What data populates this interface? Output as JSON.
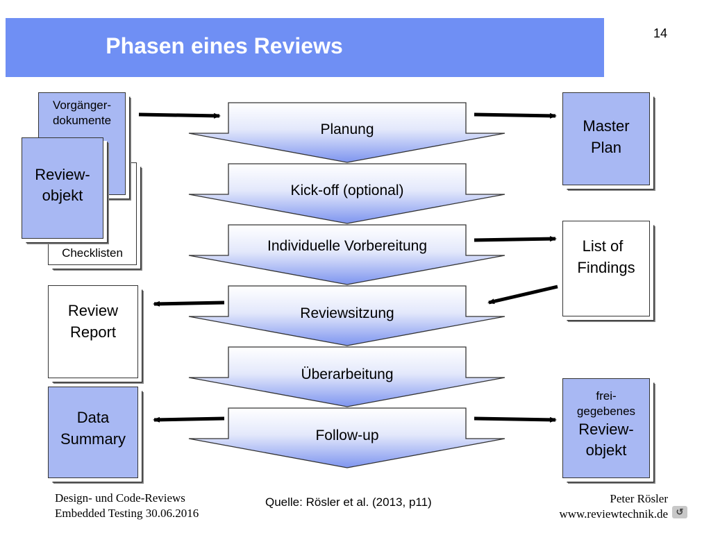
{
  "slide": {
    "title": "Phasen eines Reviews",
    "number": "14"
  },
  "phases": [
    {
      "label": "Planung"
    },
    {
      "label": "Kick-off (optional)"
    },
    {
      "label": "Individuelle Vorbereitung"
    },
    {
      "label": "Reviewsitzung"
    },
    {
      "label": "Überarbeitung"
    },
    {
      "label": "Follow-up"
    }
  ],
  "inputs": {
    "vorgaenger": {
      "line1": "Vorgänger-",
      "line2": "dokumente"
    },
    "reviewobjekt": {
      "line1": "Review-",
      "line2": "objekt"
    },
    "checklisten": "Checklisten"
  },
  "outputs": {
    "master_plan": {
      "line1": "Master",
      "line2": "Plan"
    },
    "list_of_findings": {
      "line1": "List of",
      "line2": "Findings"
    },
    "review_report": {
      "line1": "Review",
      "line2": "Report"
    },
    "data_summary": {
      "line1": "Data",
      "line2": "Summary"
    },
    "freigegeben": {
      "line1": "frei-",
      "line2": "gegebenes",
      "line3": "Review-",
      "line4": "objekt"
    }
  },
  "colors": {
    "title_bar": "#6f8ff4",
    "doc_blue": "#a8b8f3",
    "phase_gradient_light": "#ffffff",
    "phase_gradient_dark": "#7e95ef"
  },
  "footer": {
    "left_line1": "Design- und Code-Reviews",
    "left_line2": "Embedded Testing 30.06.2016",
    "source": "Quelle: Rösler et al. (2013, p11)",
    "right_line1": "Peter Rösler",
    "right_line2": "www.reviewtechnik.de",
    "logo_icon": "reviewtechnik-logo-icon"
  }
}
